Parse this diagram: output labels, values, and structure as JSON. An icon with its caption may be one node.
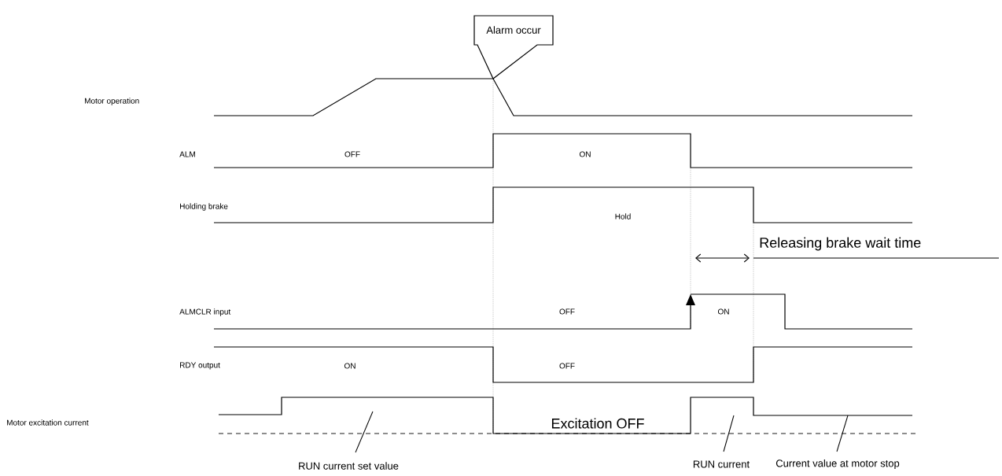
{
  "diagram": {
    "nodes": [
      {
        "text": [
          "Alarm occur"
        ]
      },
      {
        "text": [
          "RUN current set value"
        ]
      },
      {
        "text": [
          "RUN current"
        ]
      },
      {
        "text": [
          "Current value at motor stop"
        ]
      }
    ],
    "edges": [
      {
        "from": 1,
        "to": null,
        "arrow": "none"
      },
      {
        "from": 2,
        "to": null,
        "arrow": "none"
      },
      {
        "from": 3,
        "to": null,
        "arrow": "none"
      }
    ],
    "labels": [
      "Motor operation",
      "ALM",
      "OFF",
      "ON",
      "Holding brake",
      "Hold",
      "Releasing brake wait time",
      "ALMCLR input",
      "OFF",
      "ON",
      "RDY output",
      "ON",
      "OFF",
      "Motor excitation current",
      "Excitation OFF"
    ]
  }
}
